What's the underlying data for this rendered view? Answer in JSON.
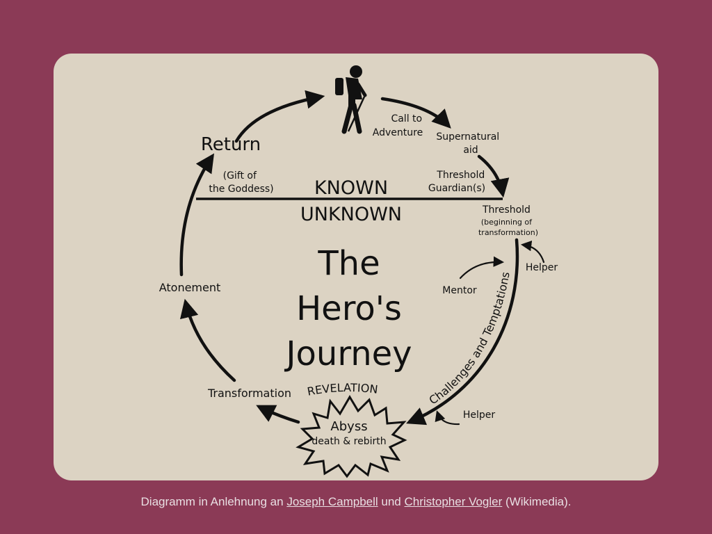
{
  "diagram": {
    "title_line1": "The",
    "title_line2": "Hero's",
    "title_line3": "Journey",
    "known": "KNOWN",
    "unknown": "UNKNOWN",
    "call_line1": "Call to",
    "call_line2": "Adventure",
    "supernatural_line1": "Supernatural",
    "supernatural_line2": "aid",
    "guardian_line1": "Threshold",
    "guardian_line2": "Guardian(s)",
    "threshold": "Threshold",
    "threshold_sub1": "(beginning of",
    "threshold_sub2": "transformation)",
    "helper_top": "Helper",
    "mentor": "Mentor",
    "challenges": "Challenges and Temptations",
    "helper_bottom": "Helper",
    "abyss": "Abyss",
    "abyss_sub": "death & rebirth",
    "revelation": "REVELATION",
    "transformation": "Transformation",
    "atonement": "Atonement",
    "return": "Return",
    "gift_line1": "(Gift of",
    "gift_line2": "the Goddess)",
    "hero_icon": "hiker-icon"
  },
  "caption": {
    "prefix": "Diagramm in Anlehnung an ",
    "link1": "Joseph Campbell",
    "middle": " und ",
    "link2": "Christopher Vogler",
    "suffix": " (Wikimedia)."
  },
  "colors": {
    "background": "#8b3a56",
    "card": "#dcd3c3",
    "ink": "#111111",
    "caption": "#e9dfe3"
  }
}
